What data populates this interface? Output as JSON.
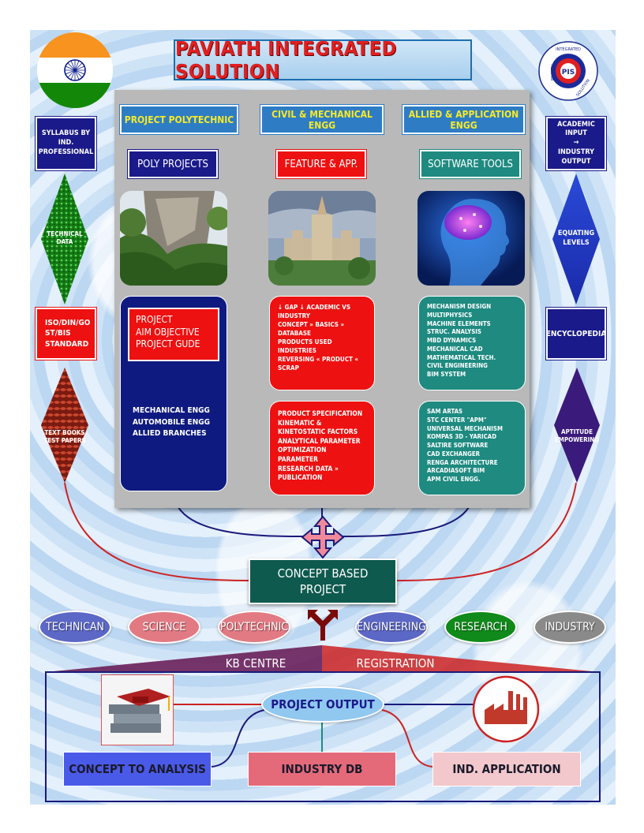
{
  "title": "PAVIATH INTEGRATED SOLUTION",
  "logo_text": [
    "INTEGRATED",
    "SOLUTION",
    "PAVIATH"
  ],
  "categories": [
    "PROJECT POLYTECHNIC",
    "CIVIL & MECHANICAL ENGG",
    "ALLIED & APPLICATION ENGG"
  ],
  "subheads": [
    "POLY PROJECTS",
    "FEATURE & APP.",
    "SOFTWARE TOOLS"
  ],
  "left_side": {
    "syllabus": "SYLLABUS BY\nIND. PROFESSIONAL",
    "technical_data": "TECHNICAL DATA",
    "standards": [
      "ISO/DIN/GO",
      "ST/BIS",
      "STANDARD"
    ],
    "textbooks": "TEXT BOOKS\nTEST PAPERS"
  },
  "right_side": {
    "academic": [
      "ACADEMIC INPUT",
      "→",
      "INDUSTRY OUTPUT"
    ],
    "equating": "EQUATING\nLEVELS",
    "encyclopedia": "ENCYCLOPEDIA",
    "aptitude": "APTITUDE\nEMPOWERING"
  },
  "poly_card": {
    "box": [
      "PROJECT",
      "AIM OBJECTIVE",
      "PROJECT GUDE"
    ],
    "branches": "MECHANICAL ENGG\nAUTOMOBILE ENGG\nALLIED BRANCHES"
  },
  "feature_card_top": "↓ GAP ↓ ACADEMIC VS\nINDUSTRY\nCONCEPT » BASICS »\nDATABASE\nPRODUCTS USED\nINDUSTRIES\nREVERSING « PRODUCT «\nSCRAP",
  "feature_card_bottom": "PRODUCT SPECIFICATION\nKINEMATIC &\nKINETOSTATIC FACTORS\nANALYTICAL PARAMETER\nOPTIMIZATION PARAMETER\nRESEARCH DATA »\nPUBLICATION",
  "software_card_top": "MECHANISM DESIGN\nMULTIPHYSICS\nMACHINE ELEMENTS\nSTRUC. ANALYSIS\nMBD DYNAMICS\nMECHANICAL CAD\nMATHEMATICAL TECH.\nCIVIL ENGINEERING\nBIM SYSTEM",
  "software_card_bottom": "SAM ARTAS\nSTC CENTER \"APM\"\nUNIVERSAL MECHANISM\nKOMPAS 3D - YARICAD\nSALTIRE SOFTWARE\nCAD EXCHANGER\nRENGA ARCHITECTURE\nARCADIASOFT BIM\nAPM CIVIL ENGG.",
  "concept": [
    "CONCEPT BASED",
    "PROJECT"
  ],
  "ovals": [
    "TECHNICAN",
    "SCIENCE",
    "POLYTECHNIC",
    "ENGINEERING",
    "RESEARCH",
    "INDUSTRY"
  ],
  "kb_centre": "KB CENTRE",
  "registration": "REGISTRATION",
  "project_output": "PROJECT OUTPUT",
  "bottom_boxes": [
    "CONCEPT TO ANALYSIS",
    "INDUSTRY DB",
    "IND. APPLICATION"
  ],
  "colors": {
    "title_red": "#e02020",
    "category_blue": "#2e7dc4",
    "navy": "#1a1a8a",
    "red": "#ee1111",
    "teal": "#1e8a80",
    "concept_green": "#0f5a4e",
    "line_red": "#cc2222",
    "line_navy": "#1a1a7a"
  },
  "icons": [
    "india-flag-icon",
    "pis-logo-icon",
    "four-way-arrow-icon",
    "fork-arrow-icon",
    "graduation-books-icon",
    "factory-icon"
  ]
}
